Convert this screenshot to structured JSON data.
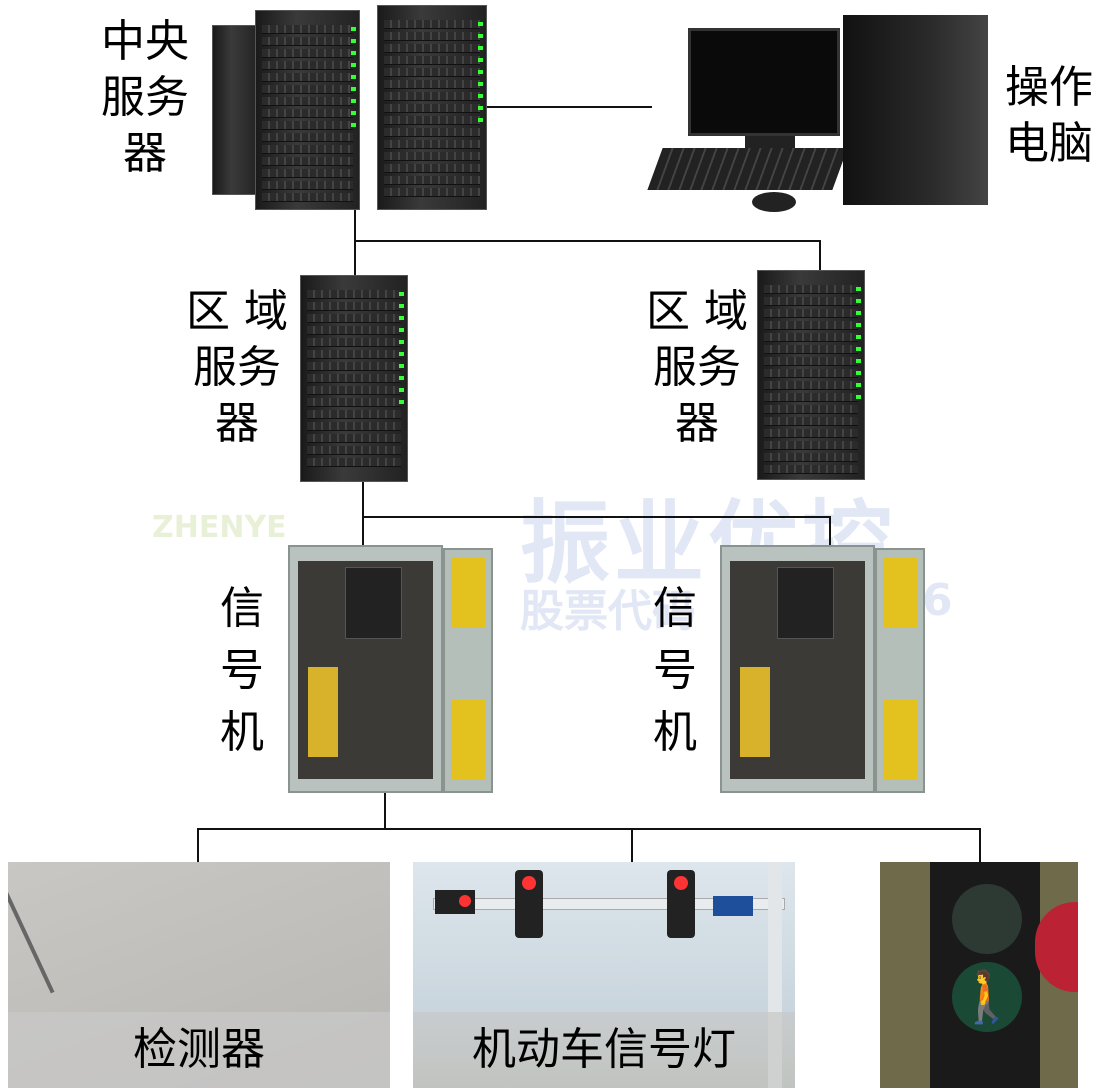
{
  "central_server": {
    "label_lines": [
      "中央",
      "服务",
      "器"
    ]
  },
  "operator_pc": {
    "label_lines": [
      "操作",
      "电脑"
    ]
  },
  "region_servers": [
    {
      "label_lines": [
        "区 域",
        "服务",
        "器"
      ]
    },
    {
      "label_lines": [
        "区 域",
        "服务",
        "器"
      ]
    }
  ],
  "signal_controllers": [
    {
      "label_lines": [
        "信",
        "号",
        "机"
      ]
    },
    {
      "label_lines": [
        "信",
        "号",
        "机"
      ]
    }
  ],
  "field_devices": [
    {
      "label": "检测器"
    },
    {
      "label": "机动车信号灯"
    },
    {
      "label": ""
    }
  ],
  "watermark": {
    "brand_en": "ZHENYE",
    "brand_cn": "振业优控",
    "stock": "股票代码",
    "code_suffix": "6"
  },
  "colors": {
    "line": "#111111",
    "led": "#33ff33",
    "watermark": "#aab9e1"
  }
}
